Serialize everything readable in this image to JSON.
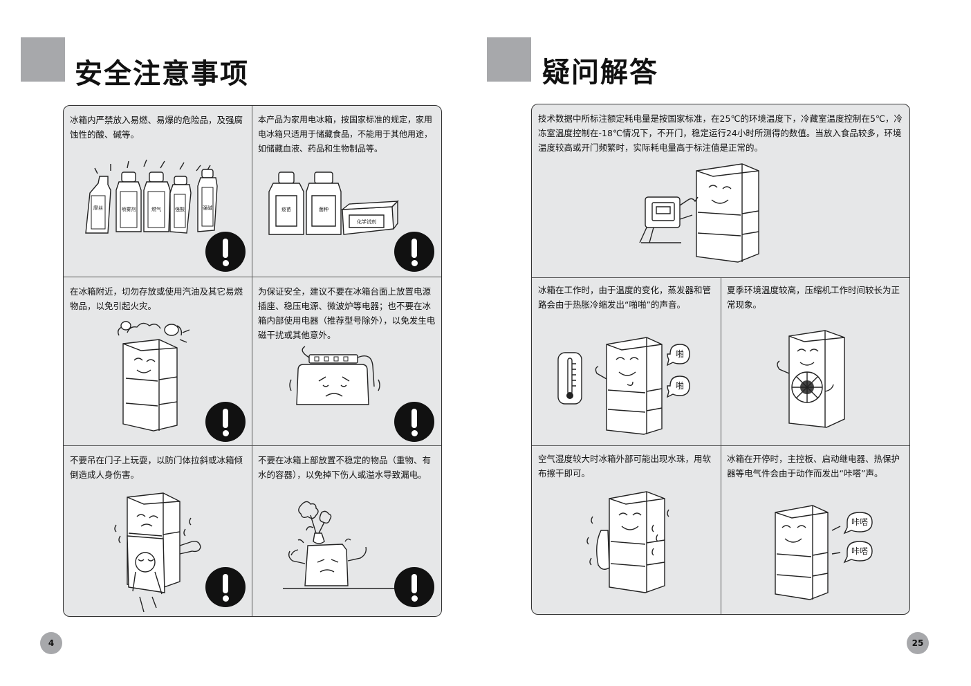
{
  "left_page": {
    "title": "安全注意事项",
    "page_number": "4",
    "cells": [
      {
        "text": "冰箱内严禁放入易燃、易爆的危险品，及强腐蚀性的酸、碱等。",
        "labels": [
          "摩丝",
          "喷雾剂",
          "燃气",
          "强酸",
          "强碱"
        ]
      },
      {
        "text": "本产品为家用电冰箱，按国家标准的规定，家用电冰箱只适用于储藏食品，不能用于其他用途，如储藏血液、药品和生物制品等。",
        "labels": [
          "疫苗",
          "菌种",
          "化学试剂"
        ]
      },
      {
        "text": "在冰箱附近，切勿存放或使用汽油及其它易燃物品，以免引起火灾。"
      },
      {
        "text": "为保证安全，建议不要在冰箱台面上放置电源插座、稳压电源、微波炉等电器；也不要在冰箱内部使用电器（推荐型号除外），以免发生电磁干扰或其他意外。"
      },
      {
        "text": "不要吊在门子上玩耍，以防门体拉斜或冰箱倾倒造成人身伤害。"
      },
      {
        "text": "不要在冰箱上部放置不稳定的物品（重物、有水的容器），以免掉下伤人或溢水导致漏电。"
      }
    ]
  },
  "right_page": {
    "title": "疑问解答",
    "page_number": "25",
    "top_text": "技术数据中所标注额定耗电量是按国家标准，在25℃的环境温度下，冷藏室温度控制在5℃，冷冻室温度控制在-18℃情况下，不开门，稳定运行24小时所测得的数值。当放入食品较多，环境温度较高或开门频繁时，实际耗电量高于标注值是正常的。",
    "cells": [
      {
        "text": "冰箱在工作时，由于温度的变化，蒸发器和管路会由于热胀冷缩发出“啪啪”的声音。",
        "bubbles": [
          "啪",
          "啪"
        ]
      },
      {
        "text": "夏季环境温度较高，压缩机工作时间较长为正常现象。"
      },
      {
        "text": "空气湿度较大时冰箱外部可能出现水珠，用软布擦干即可。"
      },
      {
        "text": "冰箱在开停时，主控板、启动继电器、热保护器等电气件会由于动作而发出“咔嗒”声。",
        "bubbles": [
          "咔嗒",
          "咔嗒"
        ]
      }
    ]
  }
}
